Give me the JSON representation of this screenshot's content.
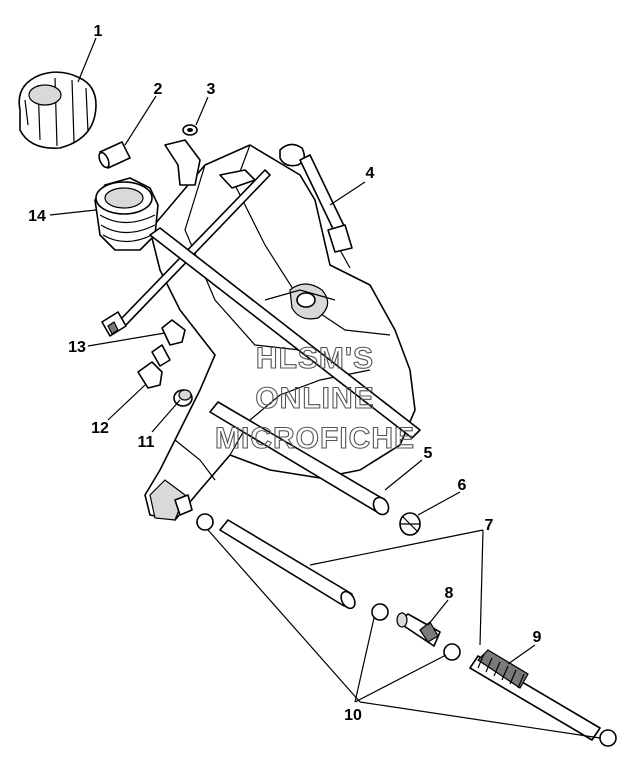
{
  "watermark": [
    "HLSM'S",
    "ONLINE",
    "MICROFICHE"
  ],
  "callouts": [
    {
      "id": "callout-1",
      "label": "1"
    },
    {
      "id": "callout-2",
      "label": "2"
    },
    {
      "id": "callout-3",
      "label": "3"
    },
    {
      "id": "callout-4",
      "label": "4"
    },
    {
      "id": "callout-5",
      "label": "5"
    },
    {
      "id": "callout-6",
      "label": "6"
    },
    {
      "id": "callout-7",
      "label": "7"
    },
    {
      "id": "callout-8",
      "label": "8"
    },
    {
      "id": "callout-9",
      "label": "9"
    },
    {
      "id": "callout-10",
      "label": "10"
    },
    {
      "id": "callout-11",
      "label": "11"
    },
    {
      "id": "callout-12",
      "label": "12"
    },
    {
      "id": "callout-13",
      "label": "13"
    },
    {
      "id": "callout-14",
      "label": "14"
    }
  ]
}
